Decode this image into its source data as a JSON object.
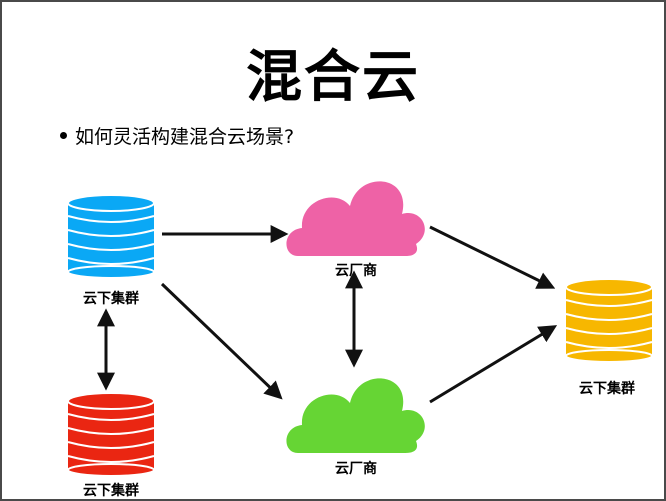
{
  "slide": {
    "title": "混合云",
    "bullet": "如何灵活构建混合云场景?"
  },
  "nodes": {
    "db_top_left": {
      "label": "云下集群",
      "color": "#0aa8f5",
      "shape": "database-icon"
    },
    "db_bottom_left": {
      "label": "云下集群",
      "color": "#ea2612",
      "shape": "database-icon"
    },
    "db_right": {
      "label": "云下集群",
      "color": "#f7b700",
      "shape": "database-icon"
    },
    "cloud_top": {
      "label": "云厂商",
      "color": "#ee62a6",
      "shape": "cloud-icon"
    },
    "cloud_bottom": {
      "label": "云厂商",
      "color": "#66d534",
      "shape": "cloud-icon"
    }
  },
  "edges": [
    {
      "from": "db_top_left",
      "to": "cloud_top",
      "direction": "forward"
    },
    {
      "from": "db_top_left",
      "to": "cloud_bottom",
      "direction": "forward"
    },
    {
      "from": "cloud_top",
      "to": "db_right",
      "direction": "forward"
    },
    {
      "from": "cloud_bottom",
      "to": "db_right",
      "direction": "forward"
    },
    {
      "from": "db_top_left",
      "to": "db_bottom_left",
      "direction": "both"
    },
    {
      "from": "cloud_top",
      "to": "cloud_bottom",
      "direction": "both"
    }
  ]
}
